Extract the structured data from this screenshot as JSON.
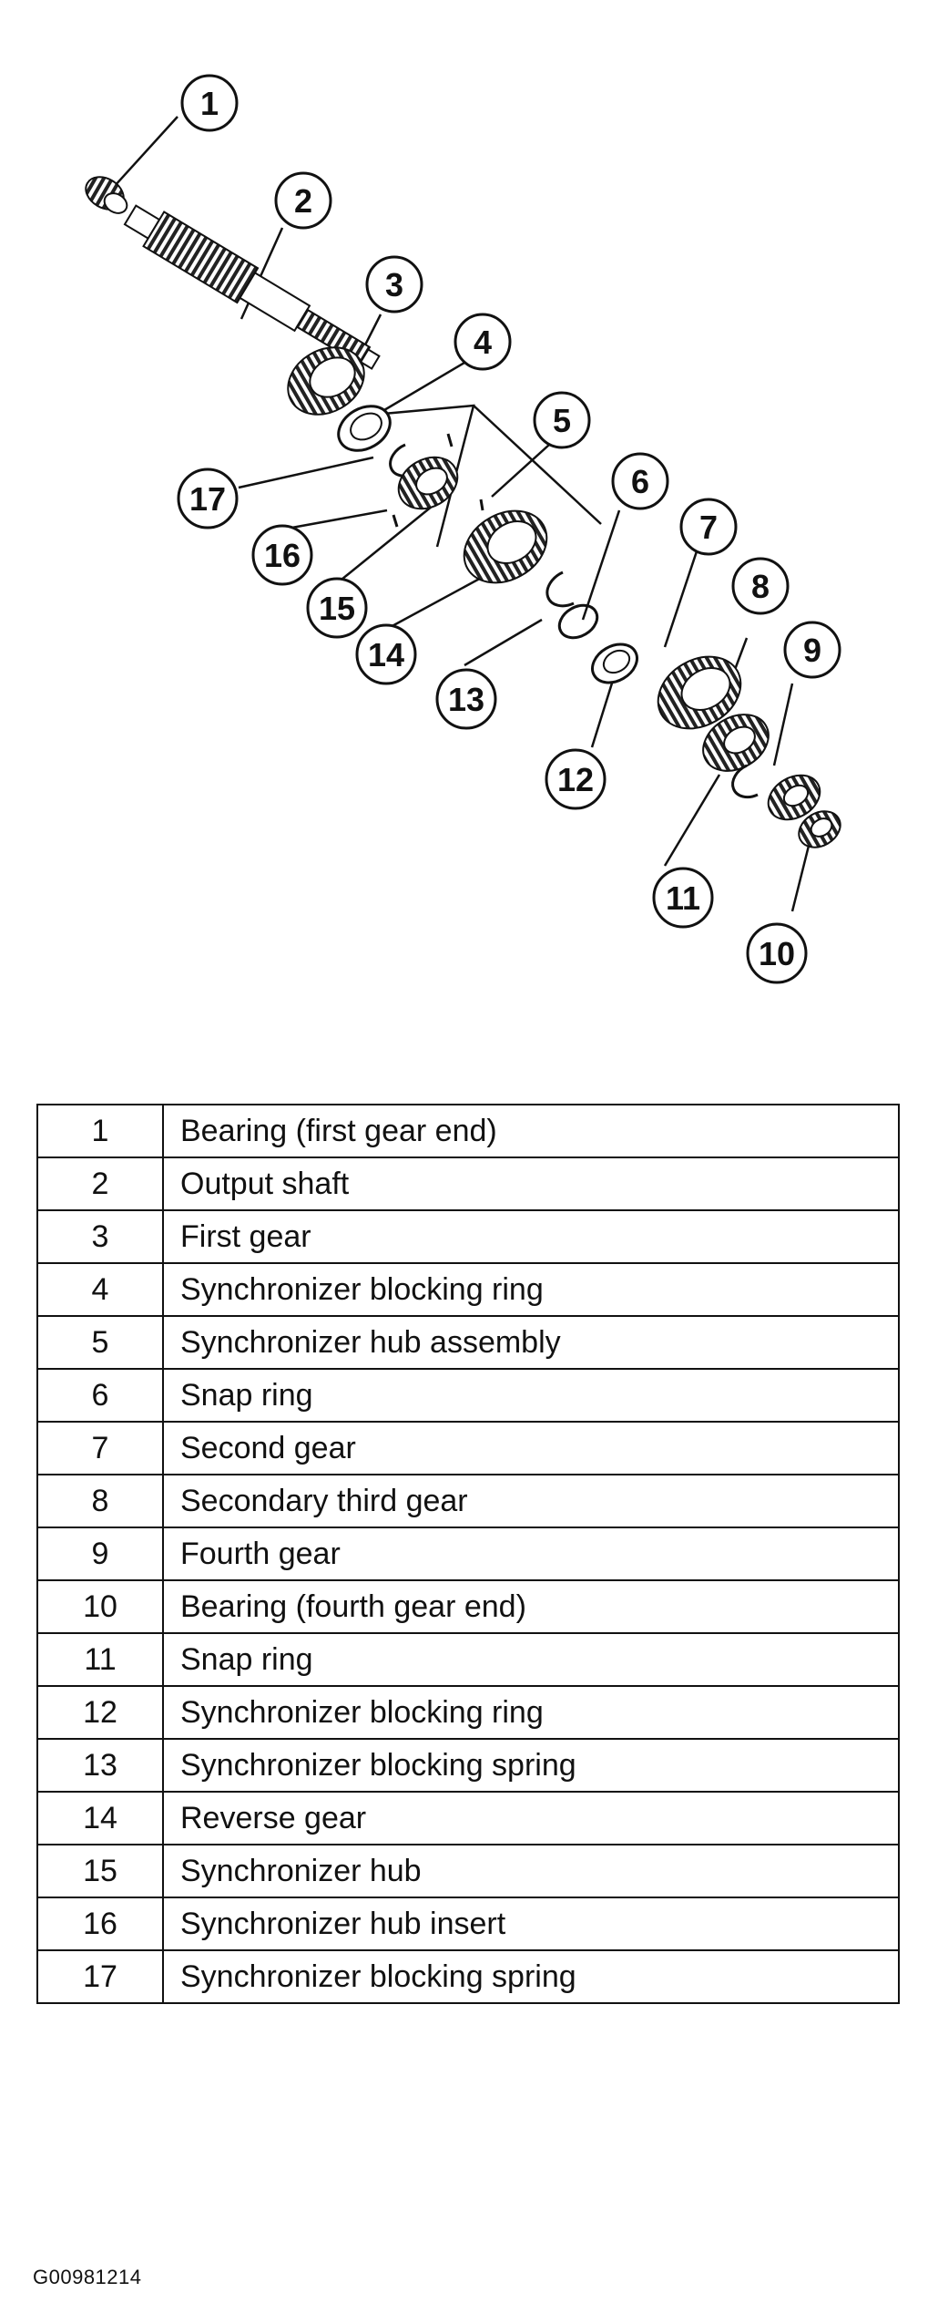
{
  "diagram": {
    "callouts": [
      "1",
      "2",
      "3",
      "4",
      "5",
      "6",
      "7",
      "8",
      "9",
      "10",
      "11",
      "12",
      "13",
      "14",
      "15",
      "16",
      "17"
    ]
  },
  "parts": [
    {
      "num": "1",
      "desc": "Bearing (first gear end)"
    },
    {
      "num": "2",
      "desc": "Output shaft"
    },
    {
      "num": "3",
      "desc": "First gear"
    },
    {
      "num": "4",
      "desc": "Synchronizer blocking ring"
    },
    {
      "num": "5",
      "desc": "Synchronizer hub assembly"
    },
    {
      "num": "6",
      "desc": "Snap ring"
    },
    {
      "num": "7",
      "desc": "Second gear"
    },
    {
      "num": "8",
      "desc": "Secondary third gear"
    },
    {
      "num": "9",
      "desc": "Fourth gear"
    },
    {
      "num": "10",
      "desc": "Bearing (fourth gear end)"
    },
    {
      "num": "11",
      "desc": "Snap ring"
    },
    {
      "num": "12",
      "desc": "Synchronizer blocking ring"
    },
    {
      "num": "13",
      "desc": "Synchronizer blocking spring"
    },
    {
      "num": "14",
      "desc": "Reverse gear"
    },
    {
      "num": "15",
      "desc": "Synchronizer hub"
    },
    {
      "num": "16",
      "desc": "Synchronizer hub insert"
    },
    {
      "num": "17",
      "desc": "Synchronizer blocking spring"
    }
  ],
  "figure_id": "G00981214"
}
